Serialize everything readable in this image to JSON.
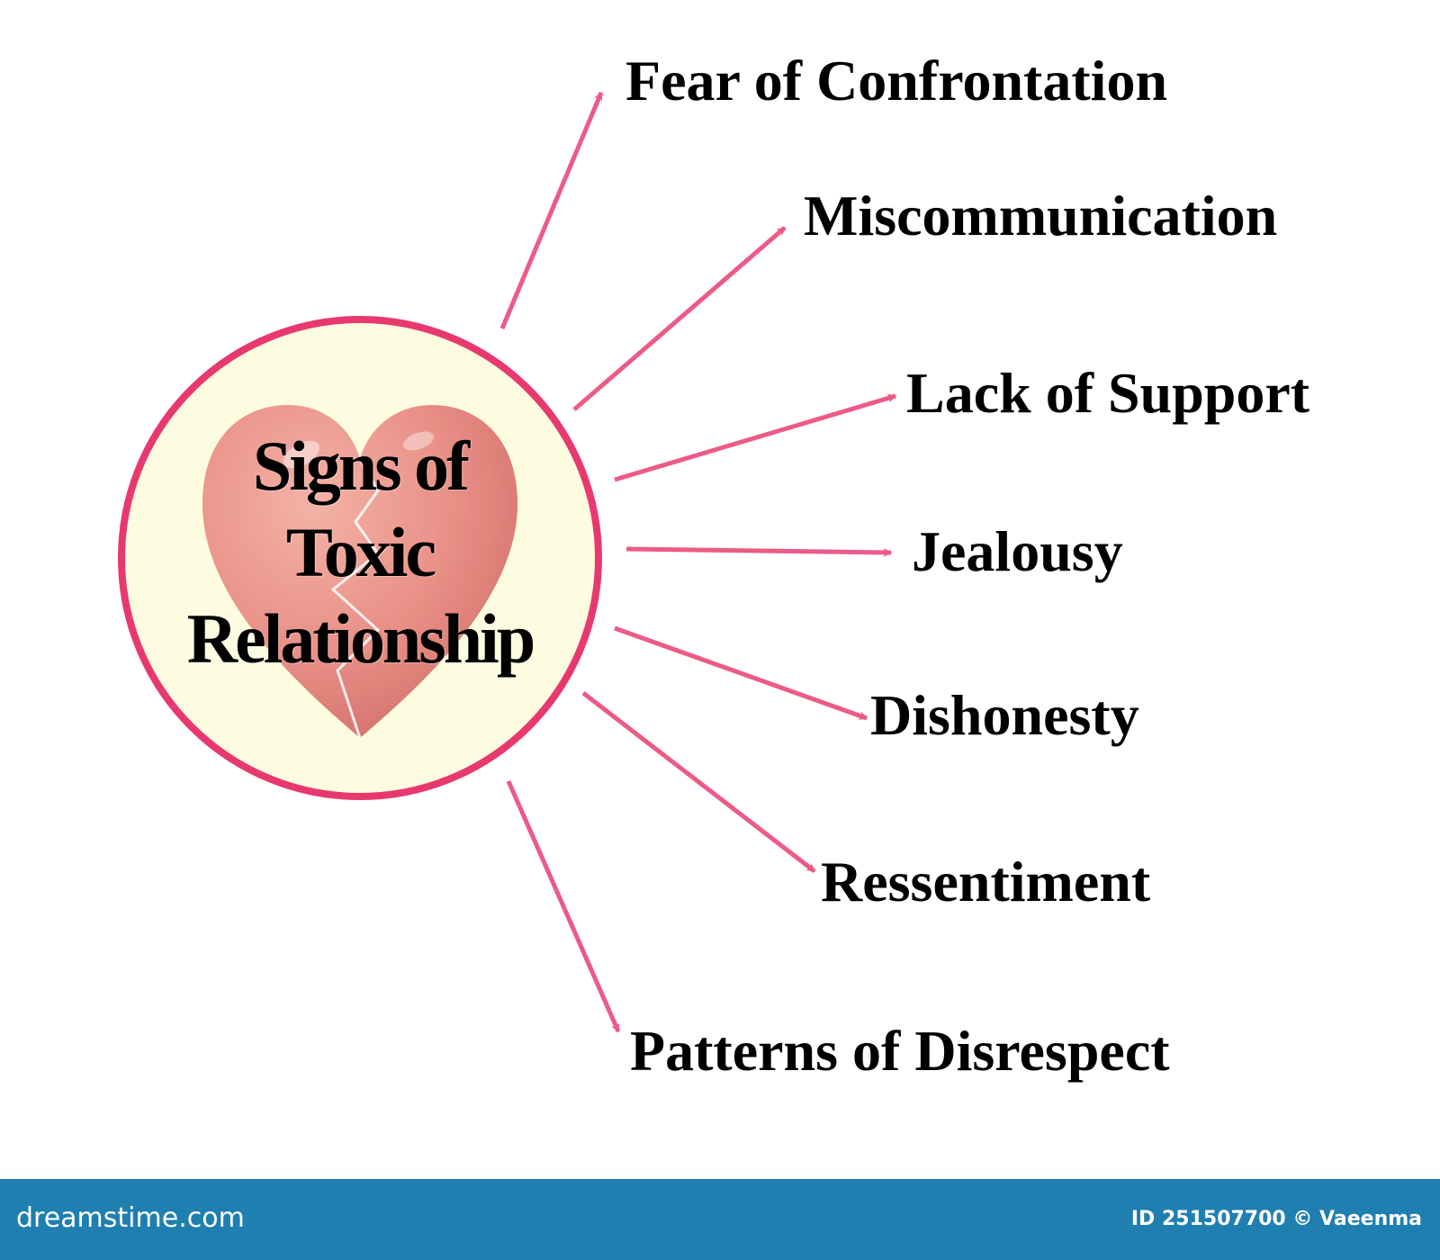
{
  "center": {
    "title_lines": [
      "Signs of",
      "Toxic",
      "Relationship"
    ]
  },
  "signs": [
    "Fear of Confrontation",
    "Miscommunication",
    "Lack of Support",
    "Jealousy",
    "Dishonesty",
    "Ressentiment",
    "Patterns of Disrespect"
  ],
  "footer": {
    "brand": "dreamstime.com",
    "credit": "ID 251507700 © Vaeenma"
  },
  "colors": {
    "circle_border": "#e8396f",
    "circle_fill": "#fdfbe0",
    "heart": "#e99087",
    "arrow": "#ec5b85",
    "footer_bg": "#1e7fb0"
  },
  "icons": {
    "center": "broken-heart-icon",
    "footer": "copyright-icon"
  }
}
